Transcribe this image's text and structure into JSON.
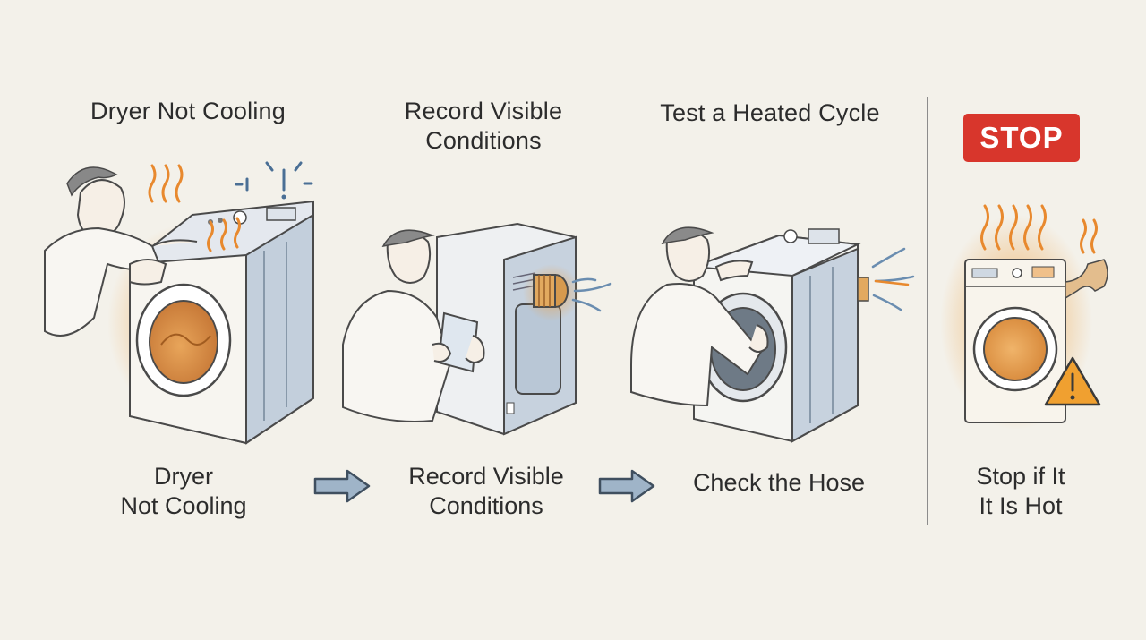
{
  "steps": [
    {
      "title": "Dryer Not Cooling",
      "caption_line1": "Dryer",
      "caption_line2": "Not Cooling"
    },
    {
      "title_line1": "Record Visible",
      "title_line2": "Conditions",
      "caption_line1": "Record Visible",
      "caption_line2": "Conditions"
    },
    {
      "title": "Test a Heated Cycle",
      "caption": "Check the Hose"
    },
    {
      "badge": "STOP",
      "caption_line1": "Stop if It",
      "caption_line2": "It Is Hot"
    }
  ],
  "colors": {
    "background": "#f3f1ea",
    "stop_red": "#d8362c",
    "heat_orange": "#f0a040",
    "appliance_blue": "#a9b9cc",
    "arrow_blue": "#8fa8c0"
  },
  "icons": [
    "person-icon",
    "dryer-icon",
    "heat-waves-icon",
    "alert-icon",
    "air-flow-icon",
    "clipboard-icon",
    "warning-triangle-icon",
    "right-arrow-icon"
  ]
}
